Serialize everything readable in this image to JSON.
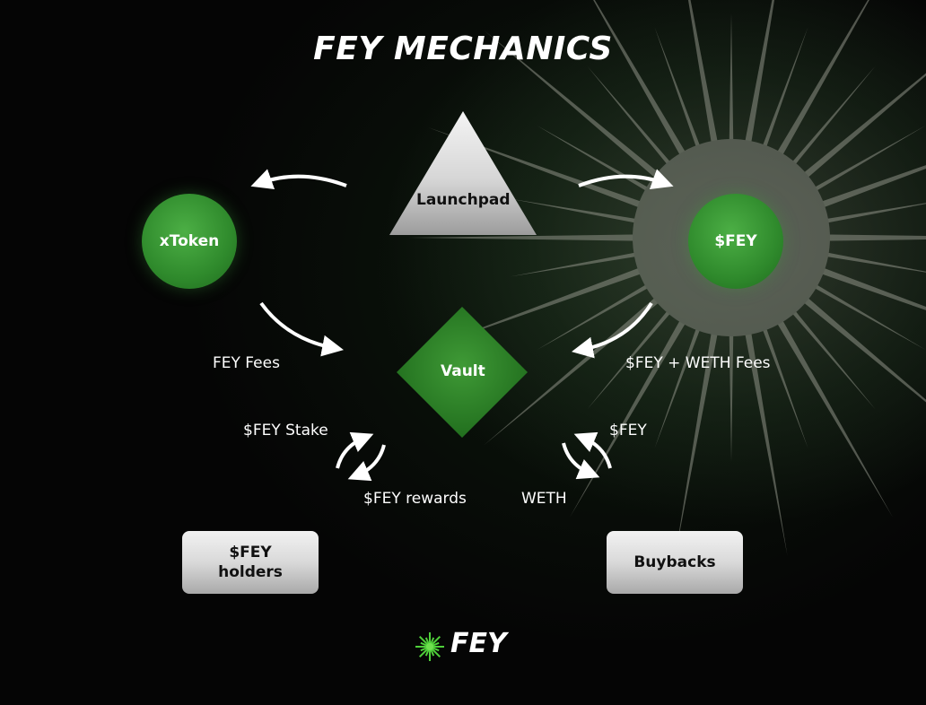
{
  "title": "FEY MECHANICS",
  "nodes": {
    "launchpad": "Launchpad",
    "xtoken": "xToken",
    "fey": "$FEY",
    "vault": "Vault",
    "holders_line1": "$FEY",
    "holders_line2": "holders",
    "buybacks": "Buybacks"
  },
  "edge_labels": {
    "fey_fees": "FEY Fees",
    "fey_weth_fees": "$FEY + WETH Fees",
    "fey_stake": "$FEY Stake",
    "fey_rewards": "$FEY rewards",
    "fey_out": "$FEY",
    "weth": "WETH"
  },
  "logo": {
    "text": "FEY",
    "icon": "starburst-icon"
  },
  "colors": {
    "node_green": "#2f8a2c",
    "vault_green": "#2b7d26",
    "background": "#050505",
    "text": "#ffffff",
    "box_gray": "#d9d9d9"
  }
}
